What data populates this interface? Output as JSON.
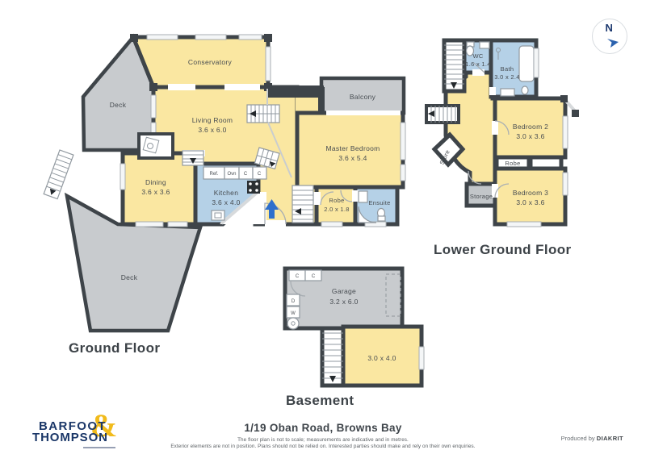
{
  "page": {
    "address": "1/19 Oban Road, Browns Bay",
    "disclaimer_line1": "The floor plan is not to scale; measurements are indicative and in metres.",
    "disclaimer_line2": "Exterior elements are not in position. Plans should not be relied on. Interested parties should make and rely on their own enquiries.",
    "produced_by_prefix": "Produced by",
    "produced_by_brand": "DIAKRIT",
    "compass_label": "N"
  },
  "branding": {
    "logo_line1": "BARFOOT",
    "logo_line2": "THOMPSON",
    "logo_ampersand": "&"
  },
  "colors": {
    "room_yellow": "#FAE7A1",
    "room_blue": "#B5D1E7",
    "outdoor_gray": "#C8CBCE",
    "wall": "#3E4449",
    "entry_arrow_blue": "#2E6FCC",
    "logo_navy": "#1B3768",
    "logo_gold": "#F1BB1B"
  },
  "floors": {
    "ground": {
      "label": "Ground Floor",
      "rooms": {
        "conservatory": {
          "name": "Conservatory"
        },
        "deck_upper": {
          "name": "Deck"
        },
        "living": {
          "name": "Living Room",
          "dims": "3.6 x 6.0"
        },
        "balcony": {
          "name": "Balcony"
        },
        "master": {
          "name": "Master Bedroom",
          "dims": "3.6 x 5.4"
        },
        "dining": {
          "name": "Dining",
          "dims": "3.6 x 3.6"
        },
        "kitchen": {
          "name": "Kitchen",
          "dims": "3.6 x 4.0"
        },
        "robe": {
          "name": "Robe",
          "dims": "2.0 x 1.8"
        },
        "ensuite": {
          "name": "Ensuite"
        },
        "deck_lower": {
          "name": "Deck"
        }
      },
      "appliances": [
        "Ref.",
        "Ovn",
        "C",
        "C"
      ]
    },
    "lower": {
      "label": "Lower Ground Floor",
      "rooms": {
        "wc": {
          "name": "WC",
          "dims": "1.6 x 1.4"
        },
        "bath": {
          "name": "Bath",
          "dims": "3.0 x 2.4"
        },
        "bedroom2": {
          "name": "Bedroom 2",
          "dims": "3.0 x 3.6"
        },
        "robe": {
          "name": "Robe"
        },
        "bedroom3": {
          "name": "Bedroom 3",
          "dims": "3.0 x 3.6"
        },
        "store": {
          "name": "Store"
        },
        "storage": {
          "name": "Storage"
        }
      }
    },
    "basement": {
      "label": "Basement",
      "rooms": {
        "garage": {
          "name": "Garage",
          "dims": "3.2 x 6.0"
        },
        "utility": {
          "dims": "3.0 x 4.0"
        }
      },
      "cupboards": [
        "C",
        "C"
      ],
      "laundry": [
        "D",
        "W"
      ]
    }
  }
}
